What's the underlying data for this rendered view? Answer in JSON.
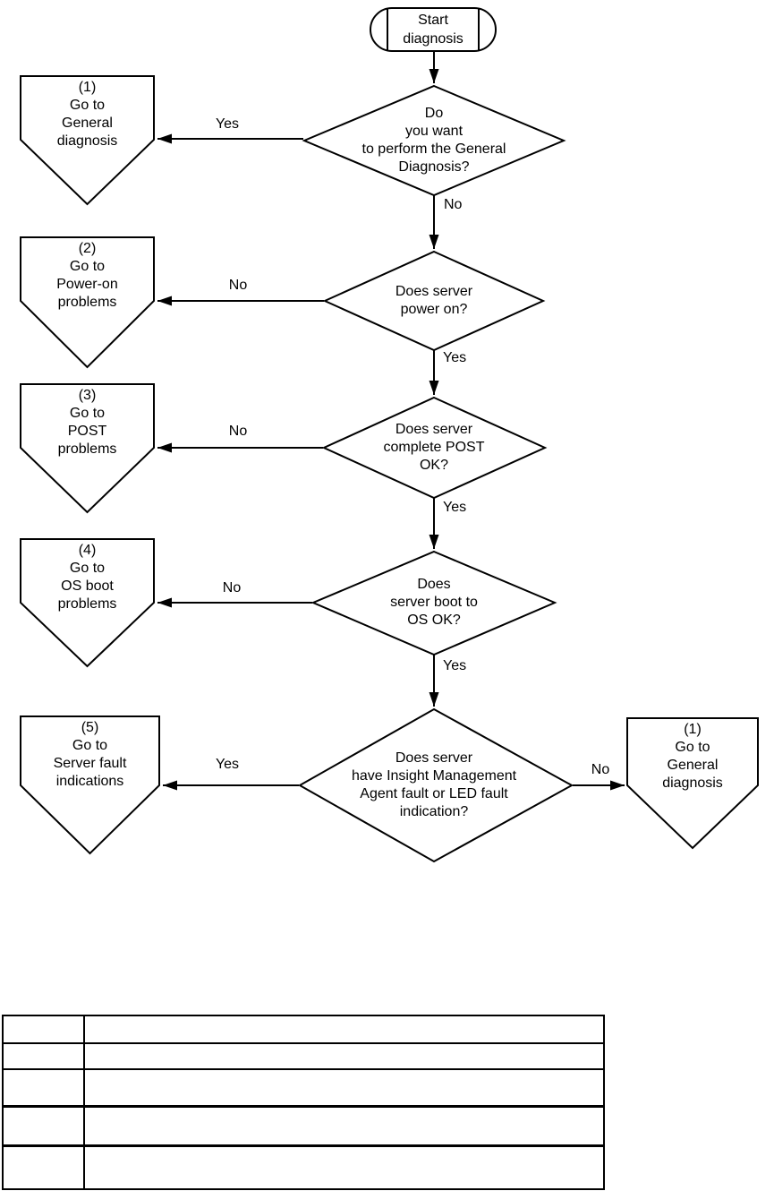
{
  "diagram": {
    "start": {
      "shape": "terminator",
      "label": "Start\ndiagnosis"
    },
    "decisions": [
      {
        "id": "d1",
        "label": "Do\nyou want\nto perform the General\nDiagnosis?"
      },
      {
        "id": "d2",
        "label": "Does server\npower on?"
      },
      {
        "id": "d3",
        "label": "Does server\ncomplete POST\nOK?"
      },
      {
        "id": "d4",
        "label": "Does\nserver boot to\nOS OK?"
      },
      {
        "id": "d5",
        "label": "Does server\nhave Insight Management\nAgent fault or LED fault\nindication?"
      }
    ],
    "connectors": [
      {
        "id": "p1",
        "label": "(1)\nGo to\nGeneral\ndiagnosis"
      },
      {
        "id": "p2",
        "label": "(2)\nGo to\nPower-on\nproblems"
      },
      {
        "id": "p3",
        "label": "(3)\nGo to\nPOST\nproblems"
      },
      {
        "id": "p4",
        "label": "(4)\nGo to\nOS boot\nproblems"
      },
      {
        "id": "p5",
        "label": "(5)\nGo to\nServer fault\nindications"
      },
      {
        "id": "p6",
        "label": "(1)\nGo to\nGeneral\ndiagnosis"
      }
    ],
    "edges": [
      {
        "from": "start",
        "to": "d1",
        "label": ""
      },
      {
        "from": "d1",
        "to": "p1",
        "label": "Yes"
      },
      {
        "from": "d1",
        "to": "d2",
        "label": "No"
      },
      {
        "from": "d2",
        "to": "p2",
        "label": "No"
      },
      {
        "from": "d2",
        "to": "d3",
        "label": "Yes"
      },
      {
        "from": "d3",
        "to": "p3",
        "label": "No"
      },
      {
        "from": "d3",
        "to": "d4",
        "label": "Yes"
      },
      {
        "from": "d4",
        "to": "p4",
        "label": "No"
      },
      {
        "from": "d4",
        "to": "d5",
        "label": "Yes"
      },
      {
        "from": "d5",
        "to": "p5",
        "label": "Yes"
      },
      {
        "from": "d5",
        "to": "p6",
        "label": "No"
      }
    ],
    "colors": {
      "line": "#000000",
      "fill": "#ffffff",
      "text": "#000000"
    }
  },
  "table": {
    "columns": 2,
    "rows": 5,
    "cells": [
      [
        "",
        ""
      ],
      [
        "",
        ""
      ],
      [
        "",
        ""
      ],
      [
        "",
        ""
      ],
      [
        "",
        ""
      ]
    ]
  }
}
